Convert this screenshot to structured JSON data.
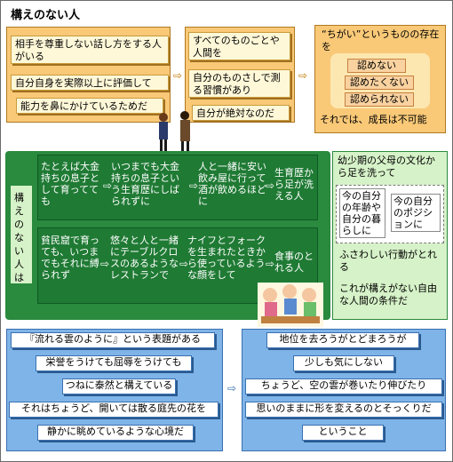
{
  "title": "構えのない人",
  "top": {
    "col1": [
      "相手を尊重しない話し方をする人がいる",
      "自分自身を実際以上に評価して",
      "能力を鼻にかけているためだ"
    ],
    "col2": [
      "すべてのものごとや人間を",
      "自分のものさしで測る習慣があり",
      "自分が絶対なのだ"
    ],
    "col3_header": "“ちがい”というものの存在を",
    "col3_items": [
      "認めない",
      "認めたくない",
      "認められない"
    ],
    "col3_footer": "それでは、成長は不可能"
  },
  "middle": {
    "vertical_label": "構えのない人は",
    "row1": [
      "たとえば大金持ちの息子として育ってても",
      "いつまでも大金持ちの息子という生育歴にしばられずに",
      "人と一緒に安い飲み屋に行って酒が飲めるほどに",
      "生育歴から足が洗える人"
    ],
    "row2": [
      "貧民窟で育っても、いつまでもそれに縛られず",
      "悠々と人と一緒にテーブルクロスのあるようなレストランで",
      "ナイフとフォークを生まれたときから使っているような顔をして",
      "食事のとれる人"
    ],
    "right_top": "幼少期の父母の文化から足を洗って",
    "right_inner": [
      "今の自分の年齢や自分の暮らしに",
      "今の自分のポジションに"
    ],
    "right_mid": "ふさわしい行動がとれる",
    "right_bottom": "これが構えがない自由な人間の条件だ"
  },
  "bottom": {
    "left": [
      "『流れる雲のように』という表題がある",
      "栄誉をうけても屈辱をうけても",
      "つねに泰然と構えている",
      "それはちょうど、開いては散る庭先の花を",
      "静かに眺めているような心境だ"
    ],
    "right": [
      "地位を去ろうがとどまろうが",
      "少しも気にしない",
      "ちょうど、空の雲が巻いたり伸びたり",
      "思いのままに形を変えるのとそっくりだ",
      "ということ"
    ]
  }
}
